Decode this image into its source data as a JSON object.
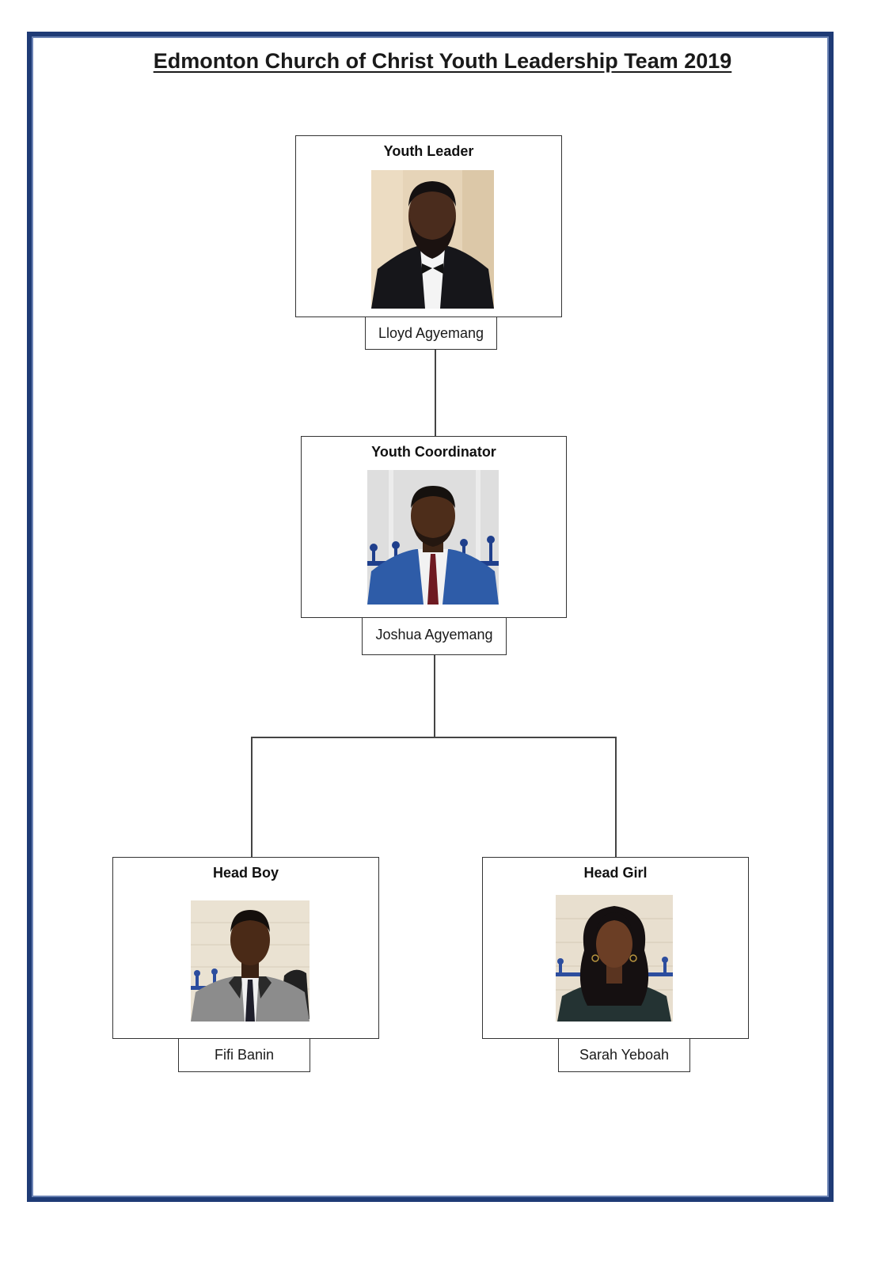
{
  "title": "Edmonton Church of Christ Youth Leadership Team 2019",
  "colors": {
    "frame": "#1f3b76",
    "frame_inner": "#6a82b3",
    "line": "#444444",
    "box_border": "#333333"
  },
  "members": {
    "youth_leader": {
      "role": "Youth Leader",
      "name": "Lloyd Agyemang"
    },
    "youth_coordinator": {
      "role": "Youth Coordinator",
      "name": "Joshua Agyemang"
    },
    "head_boy": {
      "role": "Head Boy",
      "name": "Fifi Banin"
    },
    "head_girl": {
      "role": "Head Girl",
      "name": "Sarah Yeboah"
    }
  }
}
